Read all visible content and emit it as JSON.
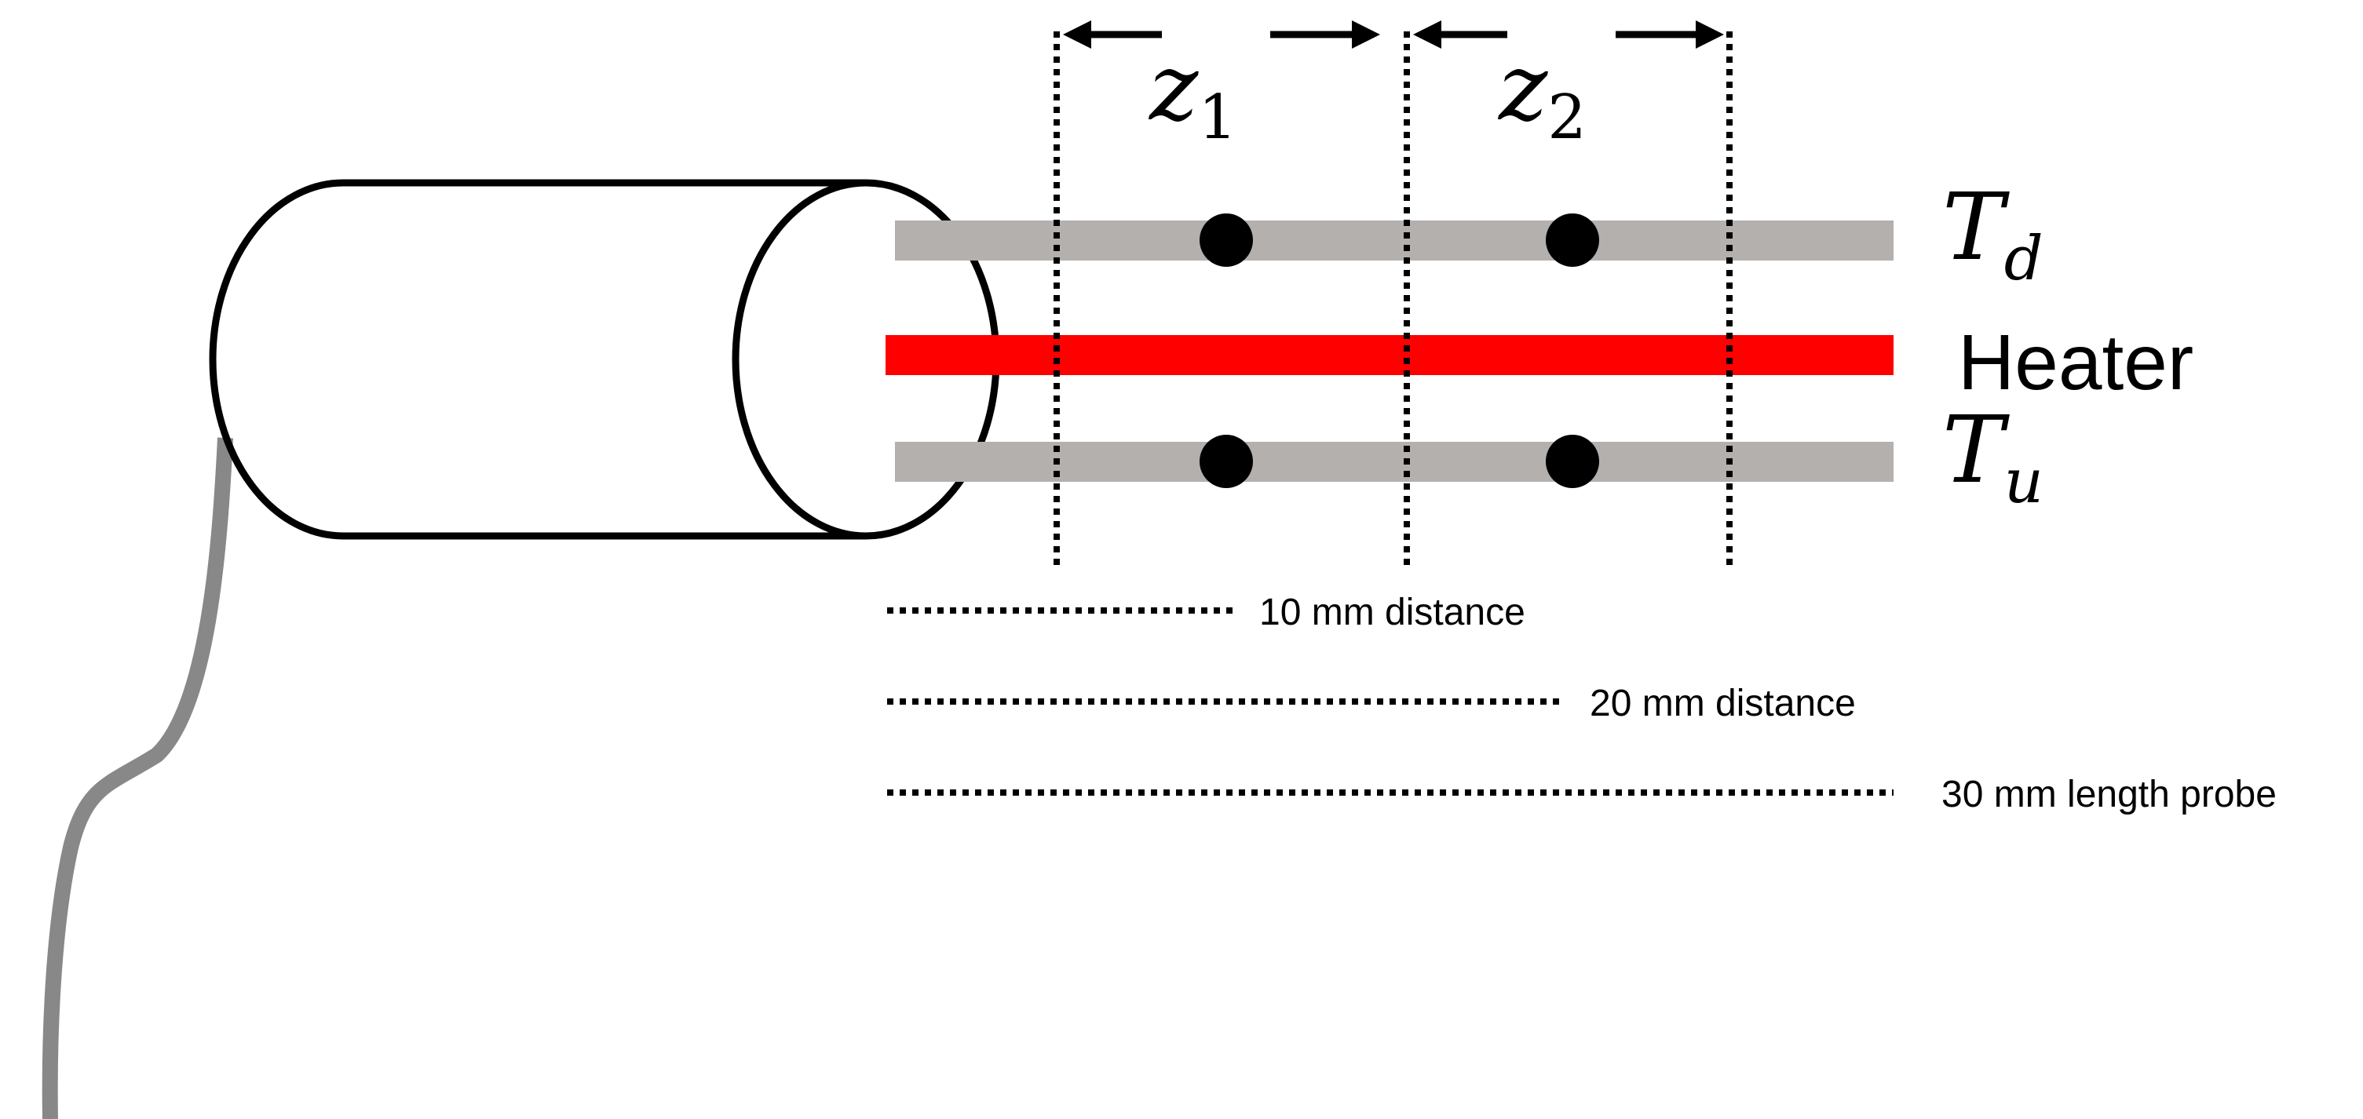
{
  "labels": {
    "z1": {
      "main": "z",
      "sub": "1"
    },
    "z2": {
      "main": "z",
      "sub": "2"
    },
    "td": {
      "main": "T",
      "sub": "d"
    },
    "heater": "Heater",
    "tu": {
      "main": "T",
      "sub": "u"
    },
    "distance_10": "10 mm distance",
    "distance_20": "20 mm distance",
    "length_30": "30 mm length probe"
  },
  "colors": {
    "heater": "#ff0000",
    "sensor_rod": "#b4b0ae",
    "cable": "#888888",
    "outline": "#000000"
  }
}
